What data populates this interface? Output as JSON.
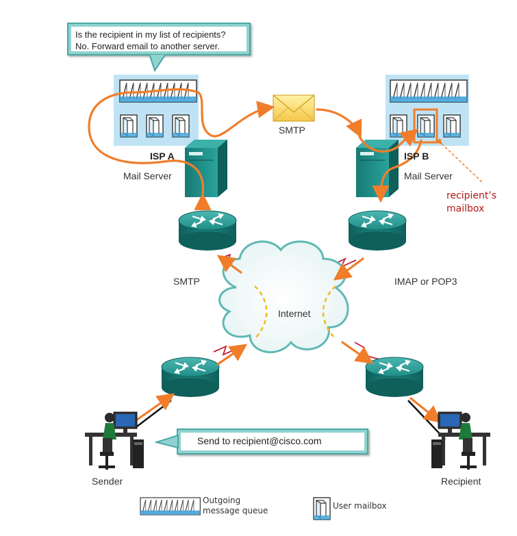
{
  "callout_top": {
    "line1": "Is the recipient in my list of recipients?",
    "line2": "No. Forward email to another server."
  },
  "isp_a": {
    "name": "ISP A",
    "role": "Mail Server"
  },
  "isp_b": {
    "name": "ISP B",
    "role": "Mail Server"
  },
  "envelope_label": "SMTP",
  "recipient_mailbox_note": {
    "line1": "recipient’s",
    "line2": "mailbox"
  },
  "left_protocol": "SMTP",
  "right_protocol": "IMAP or POP3",
  "cloud_label": "Internet",
  "send_callout": "Send to recipient@cisco.com",
  "sender_label": "Sender",
  "recipient_label": "Recipient",
  "legend": {
    "queue_line1": "Outgoing",
    "queue_line2": "message queue",
    "mailbox": "User mailbox"
  },
  "colors": {
    "arrow": "#f07d2a",
    "router": "#1e8c86",
    "server_panel": "#bfe3f5",
    "link_red": "#c0203a",
    "dashed": "#f0b820",
    "callout_border": "#4aa7a3"
  }
}
